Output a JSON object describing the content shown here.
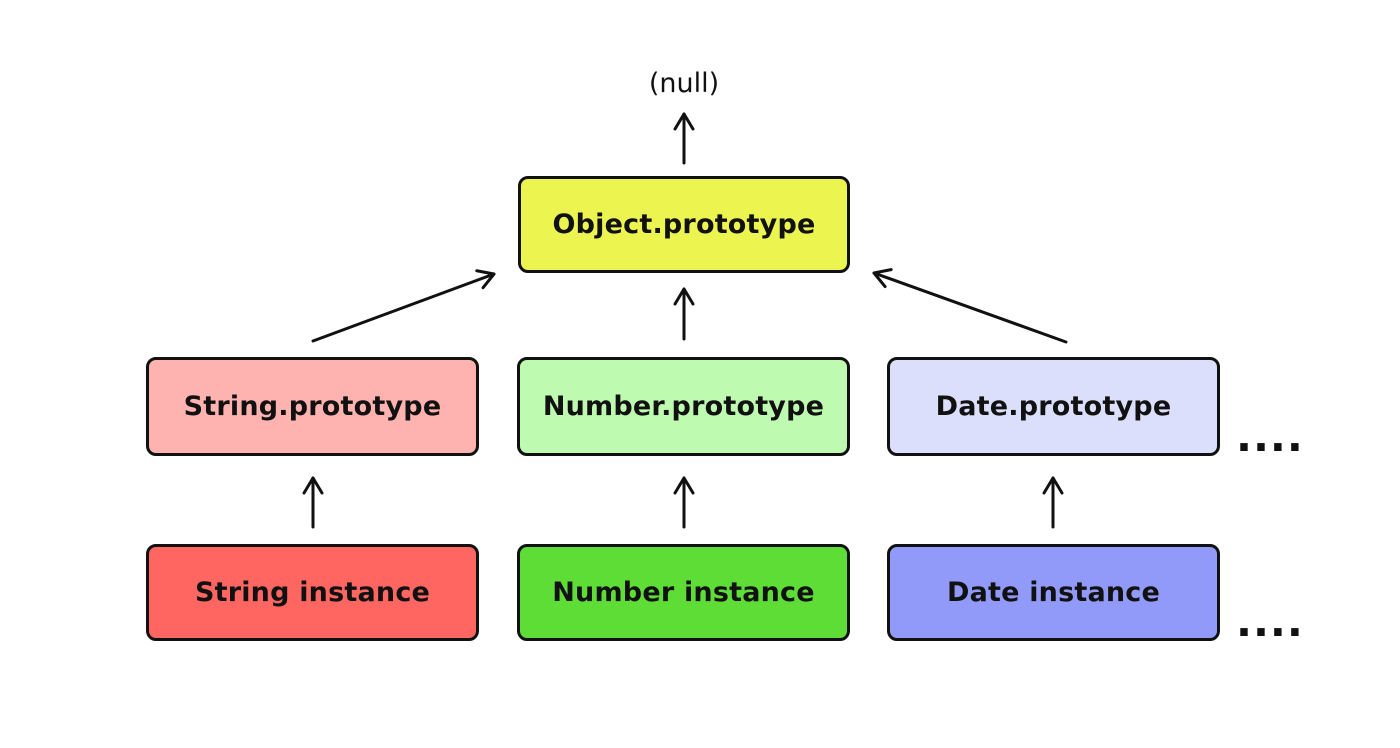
{
  "diagram": {
    "null_label": "(null)",
    "root": {
      "label": "Object.prototype",
      "bg": "#ecf44f"
    },
    "prototypes": [
      {
        "label": "String.prototype",
        "bg": "#ffb3b0"
      },
      {
        "label": "Number.prototype",
        "bg": "#befbb1"
      },
      {
        "label": "Date.prototype",
        "bg": "#dbdffb"
      }
    ],
    "instances": [
      {
        "label": "String instance",
        "bg": "#ff6661"
      },
      {
        "label": "Number instance",
        "bg": "#5edd37"
      },
      {
        "label": "Date instance",
        "bg": "#929af9"
      }
    ],
    "ellipsis_prototype_row": "....",
    "ellipsis_instance_row": "....",
    "stroke_color": "#111111",
    "background": "#ffffff",
    "text_color": "#111111"
  }
}
